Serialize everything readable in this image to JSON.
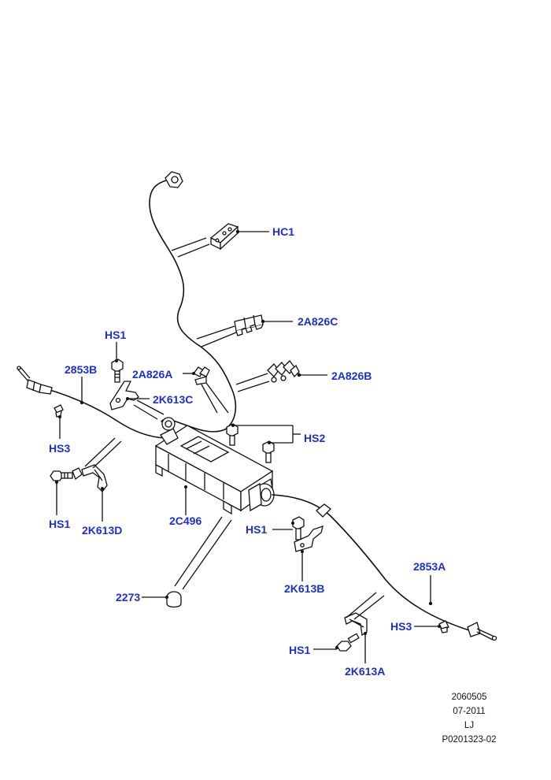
{
  "colors": {
    "label": "#1a2fd6",
    "line": "#111111"
  },
  "labels": {
    "hc1": "HC1",
    "c2a826c": "2A826C",
    "hs1_top": "HS1",
    "c2853b": "2853B",
    "c2a826a": "2A826A",
    "c2a826b": "2A826B",
    "c2k613c": "2K613C",
    "hs3_left": "HS3",
    "hs2": "HS2",
    "hs1_left": "HS1",
    "c2k613d": "2K613D",
    "c2c496": "2C496",
    "hs1_mid": "HS1",
    "c2k613b": "2K613B",
    "c2853a": "2853A",
    "c2273": "2273",
    "hs3_right": "HS3",
    "hs1_bottom": "HS1",
    "c2k613a": "2K613A"
  },
  "footer": {
    "ref": "2060505",
    "date": "07-2011",
    "author": "LJ",
    "drawing": "P0201323-02"
  }
}
